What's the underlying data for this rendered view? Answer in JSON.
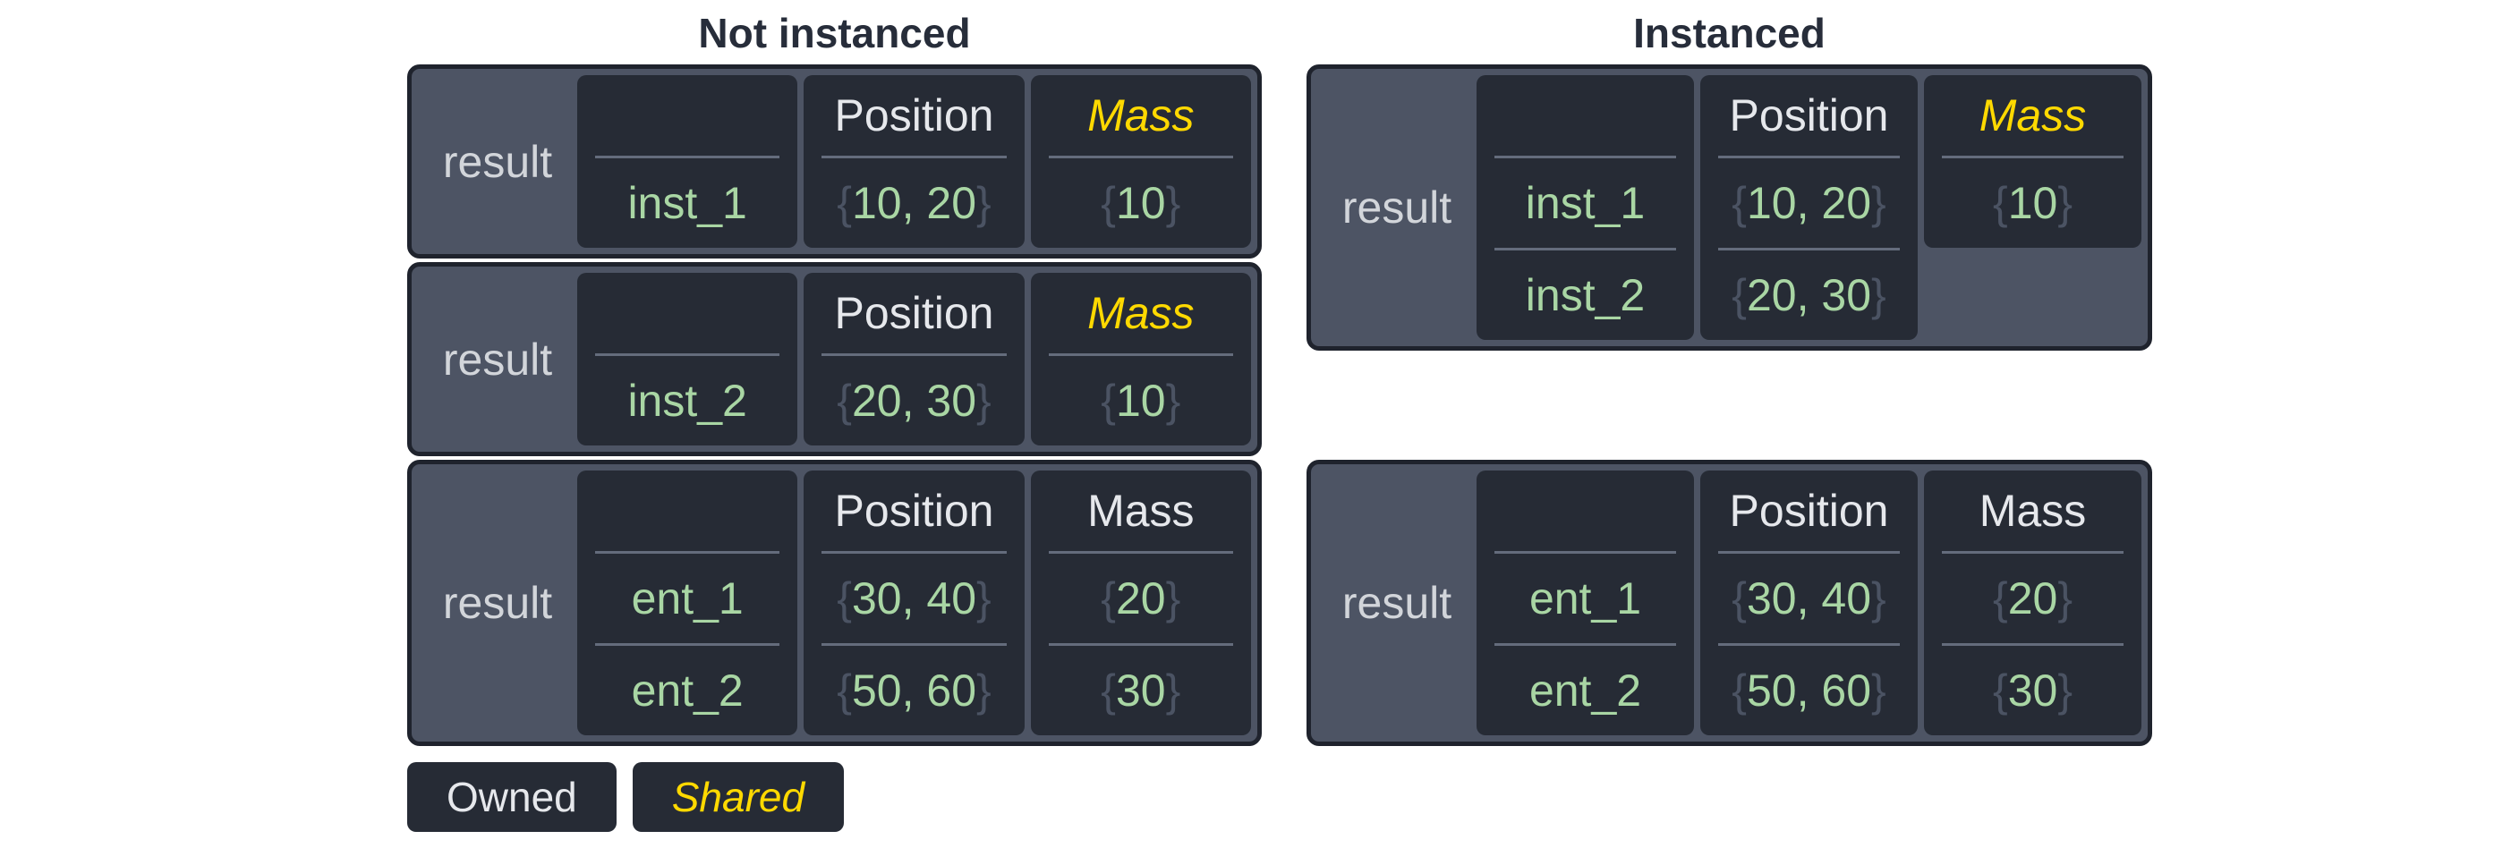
{
  "colors": {
    "page_bg": "#ffffff",
    "title_text": "#272d3a",
    "container_bg": "#4d5464",
    "container_border": "#1f232d",
    "cell_bg": "#262b35",
    "divider": "#646c7c",
    "header_text": "#e6e8ec",
    "result_text": "#d2d5da",
    "value_text": "#a9d6a4",
    "brace_text": "#4b5363",
    "shared_yellow": "#ffd900"
  },
  "panels": [
    {
      "id": "not-instanced",
      "title": "Not instanced",
      "tables": [
        {
          "result_label": "result",
          "columns": [
            {
              "header": "",
              "shared": false,
              "values": [
                "inst_1"
              ]
            },
            {
              "header": "Position",
              "shared": false,
              "values": [
                "{10, 20}"
              ]
            },
            {
              "header": "Mass",
              "shared": true,
              "values": [
                "{10}"
              ]
            }
          ]
        },
        {
          "result_label": "result",
          "columns": [
            {
              "header": "",
              "shared": false,
              "values": [
                "inst_2"
              ]
            },
            {
              "header": "Position",
              "shared": false,
              "values": [
                "{20, 30}"
              ]
            },
            {
              "header": "Mass",
              "shared": true,
              "values": [
                "{10}"
              ]
            }
          ]
        },
        {
          "result_label": "result",
          "columns": [
            {
              "header": "",
              "shared": false,
              "values": [
                "ent_1",
                "ent_2"
              ]
            },
            {
              "header": "Position",
              "shared": false,
              "values": [
                "{30, 40}",
                "{50, 60}"
              ]
            },
            {
              "header": "Mass",
              "shared": false,
              "values": [
                "{20}",
                "{30}"
              ]
            }
          ]
        }
      ]
    },
    {
      "id": "instanced",
      "title": "Instanced",
      "tables": [
        {
          "result_label": "result",
          "columns": [
            {
              "header": "",
              "shared": false,
              "values": [
                "inst_1",
                "inst_2"
              ]
            },
            {
              "header": "Position",
              "shared": false,
              "values": [
                "{10, 20}",
                "{20, 30}"
              ]
            },
            {
              "header": "Mass",
              "shared": true,
              "values": [
                "{10}"
              ]
            }
          ]
        },
        {
          "result_label": "result",
          "columns": [
            {
              "header": "",
              "shared": false,
              "values": [
                "ent_1",
                "ent_2"
              ]
            },
            {
              "header": "Position",
              "shared": false,
              "values": [
                "{30, 40}",
                "{50, 60}"
              ]
            },
            {
              "header": "Mass",
              "shared": false,
              "values": [
                "{20}",
                "{30}"
              ]
            }
          ]
        }
      ]
    }
  ],
  "legend": {
    "owned_label": "Owned",
    "shared_label": "Shared"
  }
}
